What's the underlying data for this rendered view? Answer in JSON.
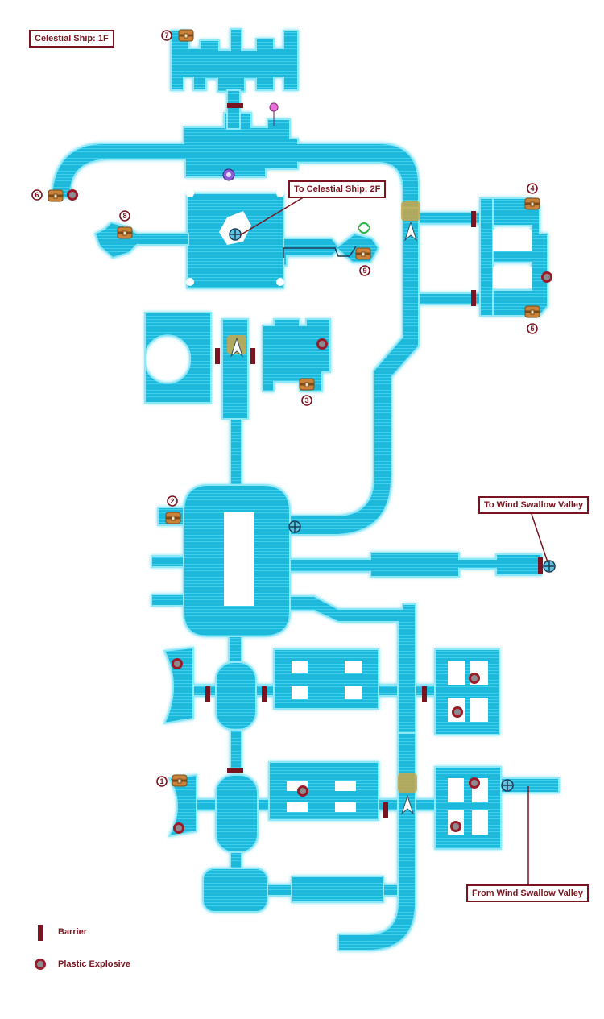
{
  "map": {
    "title": "Celestial Ship: 1F",
    "callouts": {
      "to_2f": "To Celestial Ship: 2F",
      "to_valley": "To Wind Swallow Valley",
      "from_valley": "From Wind Swallow Valley"
    },
    "legend": {
      "barrier": "Barrier",
      "explosive": "Plastic Explosive"
    },
    "chest_numbers": [
      "1",
      "2",
      "3",
      "4",
      "5",
      "6",
      "7",
      "8",
      "9"
    ],
    "colors": {
      "floor": "#22bfe0",
      "floor_edge": "#8fe8f7",
      "barrier": "#7a1420",
      "explosive": "#9a1c2a",
      "chest": "#c9823a",
      "arrow_glow": "#c9a64a"
    }
  }
}
